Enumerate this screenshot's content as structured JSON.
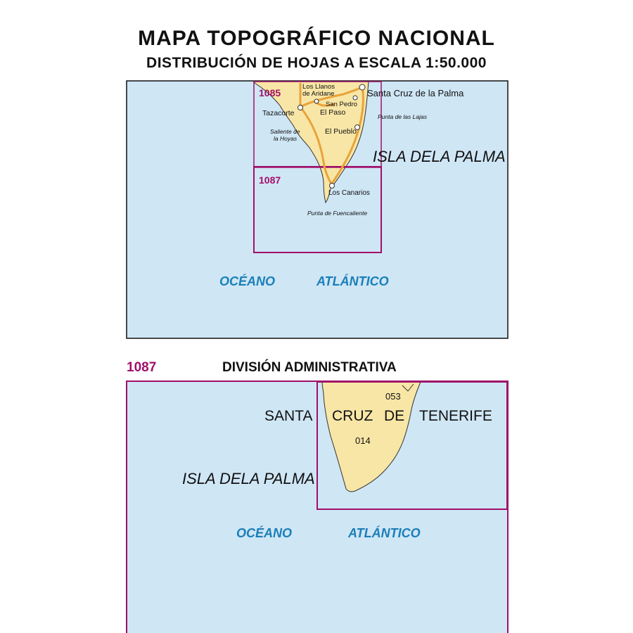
{
  "header": {
    "title": "MAPA TOPOGRÁFICO NACIONAL",
    "subtitle": "DISTRIBUCIÓN DE HOJAS A ESCALA 1:50.000"
  },
  "top_map": {
    "sheets": [
      "1085",
      "1087"
    ],
    "towns": [
      "Los Llanos de Aridane",
      "Santa Cruz de la Palma",
      "San Pedro",
      "El Paso",
      "Tazacorte",
      "El Pueblo",
      "Los Canarios"
    ],
    "town_label_lines": {
      "los_llanos_1": "Los Llanos",
      "los_llanos_2": "de Aridane"
    },
    "points": {
      "punta_lajas": "Punta de las Lajas",
      "saliente_1": "Saliente de",
      "saliente_2": "la Hoyas",
      "fuencaliente": "Punta de Fuencaliente"
    },
    "island": "ISLA DELA PALMA",
    "ocean_1": "OCÉANO",
    "ocean_2": "ATLÁNTICO"
  },
  "bottom_map": {
    "sheet": "1087",
    "section_title": "DIVISIÓN ADMINISTRATIVA",
    "province_words": [
      "SANTA",
      "CRUZ",
      "DE",
      "TENERIFE"
    ],
    "municipalities": [
      "053",
      "014"
    ],
    "island": "ISLA DELA PALMA",
    "ocean_1": "OCÉANO",
    "ocean_2": "ATLÁNTICO"
  },
  "colors": {
    "sea": "#cfe6f5",
    "land": "#f8e6a6",
    "road": "#e8a33a",
    "sheet_border": "#a0106a",
    "ocean_text": "#1a7fb8"
  }
}
